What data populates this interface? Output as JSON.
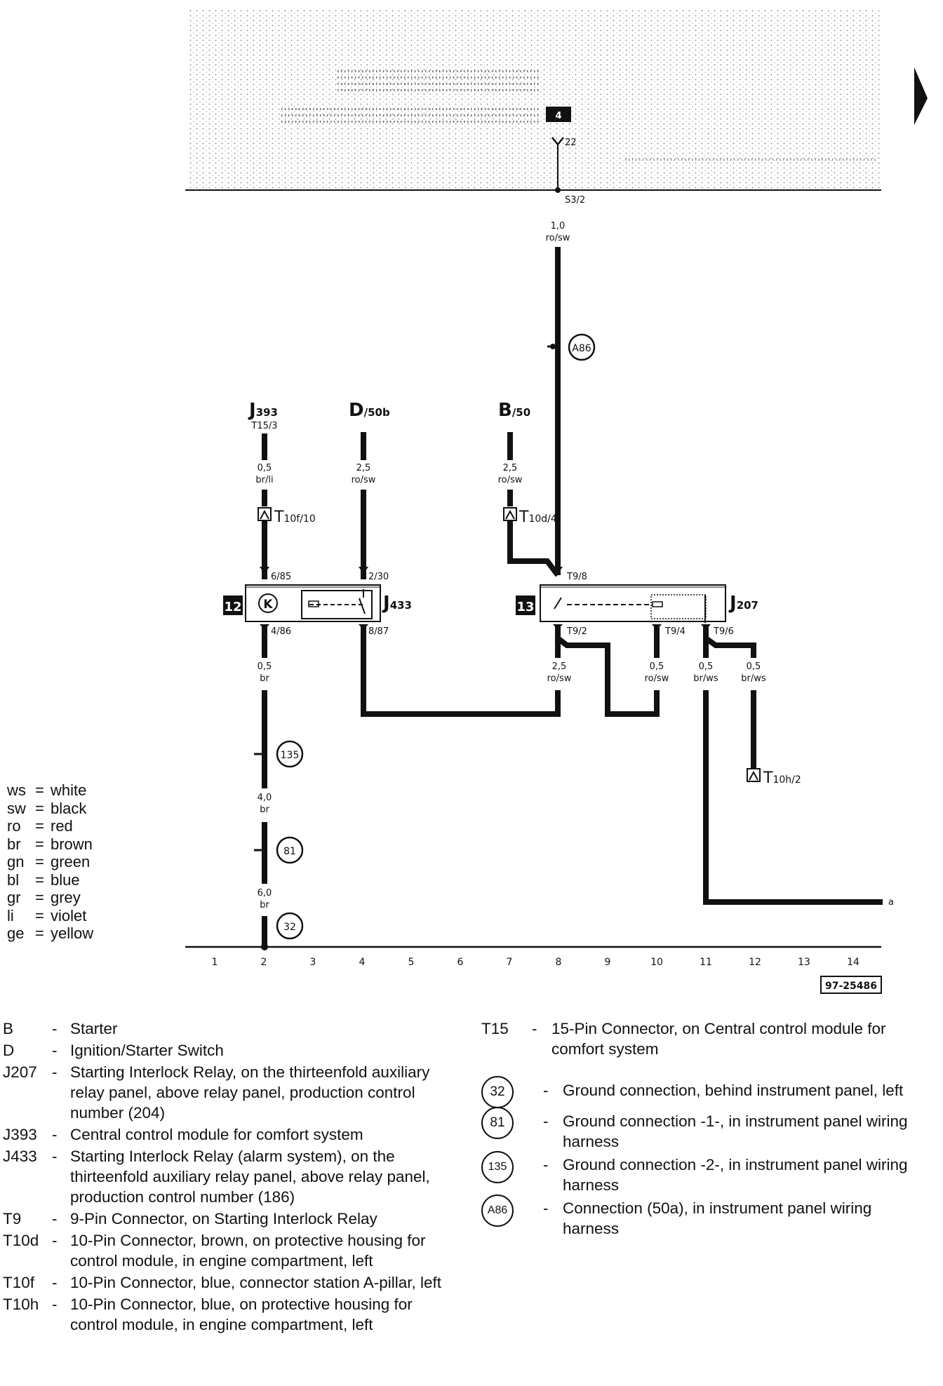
{
  "diagram_id": "97-25486",
  "page_marker": "4",
  "top_terminal": "22",
  "top_connector": "S3/2",
  "components": {
    "j393": {
      "label": "J",
      "sub": "393",
      "pin": "T15/3"
    },
    "d50b": {
      "label": "D",
      "sub": "/50b"
    },
    "b50": {
      "label": "B",
      "sub": "/50"
    },
    "j433": {
      "box_num": "12",
      "label": "J",
      "sub": "433",
      "pin_top_left": "6/85",
      "pin_top_right": "2/30",
      "pin_bot_left": "4/86",
      "pin_bot_right": "8/87",
      "relay_symbol": "K"
    },
    "j207": {
      "box_num": "13",
      "label": "J",
      "sub": "207",
      "pin_top": "T9/8",
      "pin_bot_left": "T9/2",
      "pin_bot_mid": "T9/4",
      "pin_bot_right": "T9/6"
    }
  },
  "connectors": {
    "t10f": {
      "label": "T",
      "sub": "10f/10"
    },
    "t10d": {
      "label": "T",
      "sub": "10d/4"
    },
    "t10h": {
      "label": "T",
      "sub": "10h/2"
    }
  },
  "wires": {
    "w_top": {
      "size": "1,0",
      "color": "ro/sw"
    },
    "w_j393": {
      "size": "0,5",
      "color": "br/li"
    },
    "w_d50b": {
      "size": "2,5",
      "color": "ro/sw"
    },
    "w_b50": {
      "size": "2,5",
      "color": "ro/sw"
    },
    "w_j433_out": {
      "size": "0,5",
      "color": "br"
    },
    "w_gnd1": {
      "size": "4,0",
      "color": "br"
    },
    "w_gnd2": {
      "size": "6,0",
      "color": "br"
    },
    "w_j207_a": {
      "size": "2,5",
      "color": "ro/sw"
    },
    "w_j207_b": {
      "size": "0,5",
      "color": "ro/sw"
    },
    "w_j207_c": {
      "size": "0,5",
      "color": "br/ws"
    },
    "w_j207_d": {
      "size": "0,5",
      "color": "br/ws"
    }
  },
  "splices": {
    "a86": "A86",
    "g135": "135",
    "g81": "81",
    "g32": "32"
  },
  "edge_label": "a",
  "scale": [
    "1",
    "2",
    "3",
    "4",
    "5",
    "6",
    "7",
    "8",
    "9",
    "10",
    "11",
    "12",
    "13",
    "14"
  ],
  "color_legend": [
    {
      "abbr": "ws",
      "name": "white"
    },
    {
      "abbr": "sw",
      "name": "black"
    },
    {
      "abbr": "ro",
      "name": "red"
    },
    {
      "abbr": "br",
      "name": "brown"
    },
    {
      "abbr": "gn",
      "name": "green"
    },
    {
      "abbr": "bl",
      "name": "blue"
    },
    {
      "abbr": "gr",
      "name": "grey"
    },
    {
      "abbr": "li",
      "name": "violet"
    },
    {
      "abbr": "ge",
      "name": "yellow"
    }
  ],
  "key_left": [
    {
      "code": "B",
      "desc": "Starter"
    },
    {
      "code": "D",
      "desc": "Ignition/Starter Switch"
    },
    {
      "code": "J207",
      "desc": "Starting Interlock Relay, on the thirteenfold auxiliary relay panel, above relay panel, production control number (204)"
    },
    {
      "code": "J393",
      "desc": "Central control module for comfort system"
    },
    {
      "code": "J433",
      "desc": "Starting Interlock Relay (alarm system), on the thirteenfold auxiliary relay panel, above relay panel, production control number (186)"
    },
    {
      "code": "T9",
      "desc": "9-Pin Connector, on Starting Interlock Relay"
    },
    {
      "code": "T10d",
      "desc": "10-Pin Connector, brown, on protective housing for control module, in engine compartment, left"
    },
    {
      "code": "T10f",
      "desc": "10-Pin Connector, blue, connector station A-pillar, left"
    },
    {
      "code": "T10h",
      "desc": "10-Pin Connector, blue, on protective housing for control module, in engine compartment, left"
    }
  ],
  "key_right_connector": {
    "code": "T15",
    "desc": "15-Pin Connector, on Central control module for comfort system"
  },
  "key_right_grounds": [
    {
      "code": "32",
      "desc": "Ground connection, behind instrument panel, left"
    },
    {
      "code": "81",
      "desc": "Ground connection -1-, in instrument panel wiring harness"
    },
    {
      "code": "135",
      "desc": "Ground connection -2-, in instrument panel wiring harness"
    },
    {
      "code": "A86",
      "desc": "Connection (50a), in instrument panel wiring harness"
    }
  ]
}
